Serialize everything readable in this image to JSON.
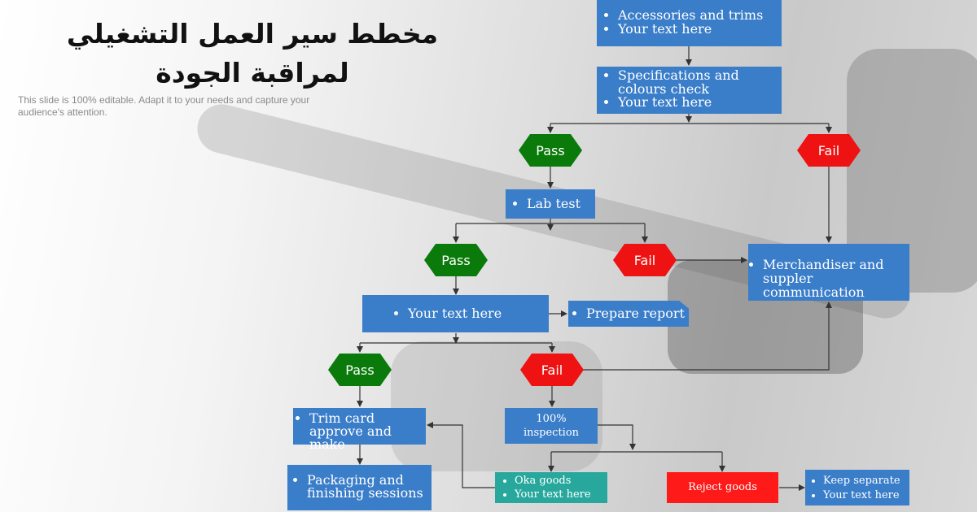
{
  "title": "مخطط سير العمل التشغيلي لمراقبة الجودة",
  "subtitle": "This slide is 100% editable. Adapt it to your needs and capture your audience's attention.",
  "colors": {
    "blue": "#3a7dc9",
    "green": "#0a7a0a",
    "red": "#ee1212",
    "teal": "#28a89d"
  },
  "nodes": {
    "accessories": [
      "Accessories and trims",
      "Your text here"
    ],
    "specifications": [
      "Specifications and colours check",
      "Your text here"
    ],
    "pass1": "Pass",
    "fail1": "Fail",
    "lab_test": "Lab test",
    "pass2": "Pass",
    "fail2": "Fail",
    "merchandiser": "Merchandiser and suppler communication",
    "your_text": "Your text here",
    "prepare_report": "Prepare report",
    "pass3": "Pass",
    "fail3": "Fail",
    "trim_card": "Trim card approve and make",
    "inspection": "100% inspection",
    "packaging": "Packaging and finishing sessions",
    "oka_goods": [
      "Oka goods",
      "Your text here"
    ],
    "reject_goods": "Reject goods",
    "keep_separate": [
      "Keep separate",
      "Your text here"
    ]
  }
}
